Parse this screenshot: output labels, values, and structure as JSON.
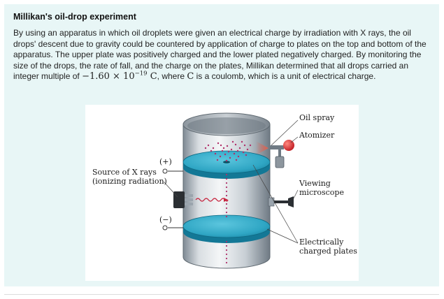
{
  "section": {
    "title": "Millikan's oil-drop experiment",
    "text_before_math": "By using an apparatus in which oil droplets were given an electrical charge by irradiation with X rays, the oil drops' descent due to gravity could be countered by application of charge to plates on the top and bottom of the apparatus. The upper plate was positively charged and the lower plated negatively charged. By monitoring the size of the drops, the rate of fall, and the charge on the plates, Millikan determined that all drops carried an integer multiple of ",
    "charge_value": "−1.60 × 10",
    "charge_exponent": "−19",
    "charge_unit": " C",
    "text_mid": ", where ",
    "unit_symbol": "C",
    "text_after": " is a coulomb, which is a unit of electrical charge."
  },
  "figure": {
    "labels": {
      "oil_spray": "Oil spray",
      "atomizer": "Atomizer",
      "source_line1": "Source of X rays",
      "source_line2": "(ionizing radiation)",
      "positive": "(+)",
      "negative": "(−)",
      "viewing_line1": "Viewing",
      "viewing_line2": "microscope",
      "plates_line1": "Electrically",
      "plates_line2": "charged plates"
    },
    "colors": {
      "plate": "#2fa6c4",
      "plate_dark": "#137896",
      "cylinder": "#9aa4ad",
      "droplets": "#b0306a",
      "atomizer_bulb": "#d9262b",
      "spray": "#e9604c"
    }
  }
}
